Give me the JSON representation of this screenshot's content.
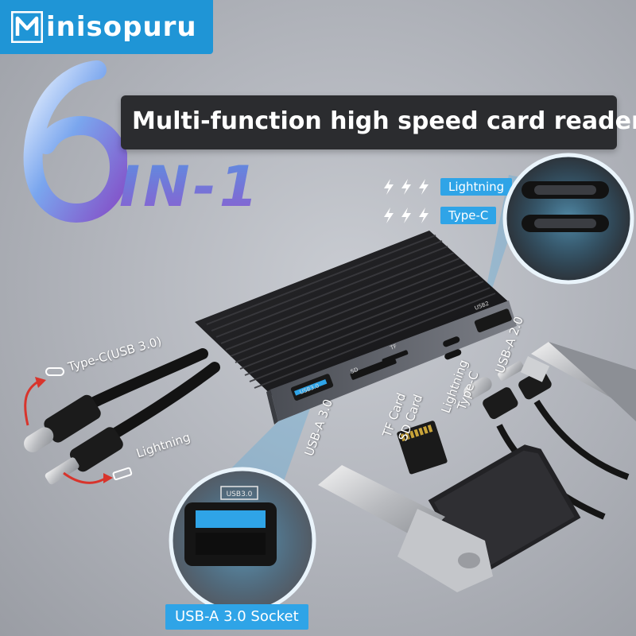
{
  "brand": {
    "name": "inisopuru",
    "logo_letter": "M"
  },
  "hero": {
    "number": "6",
    "suffix": "IN-1",
    "headline": "Multi-function high speed card reader"
  },
  "speed_badges": [
    {
      "label": "Lightning",
      "icon": "lightning-bolt-icon"
    },
    {
      "label": "Type-C",
      "icon": "lightning-bolt-icon"
    }
  ],
  "port_labels": {
    "type_c_cable": "Type-C(USB 3.0)",
    "lightning_cable": "Lightning",
    "usb_a_3": "USB-A 3.0",
    "tf_card": "TF Card",
    "sd_card": "SD Card",
    "lightning_port": "Lightning",
    "type_c_port": "Type-C",
    "usb_a_2": "USB-A 2.0"
  },
  "device_port_marks": {
    "usb3": "USB3.0",
    "sd": "SD",
    "tf": "TF",
    "usb2": "USB2"
  },
  "zoom_caption": "USB-A 3.0 Socket",
  "colors": {
    "accent": "#2fa4e7",
    "headline_bg": "#2b2c2f",
    "device_body": "#1c1c1e",
    "device_panel": "#5d6068",
    "arrow_red": "#d8342c"
  }
}
